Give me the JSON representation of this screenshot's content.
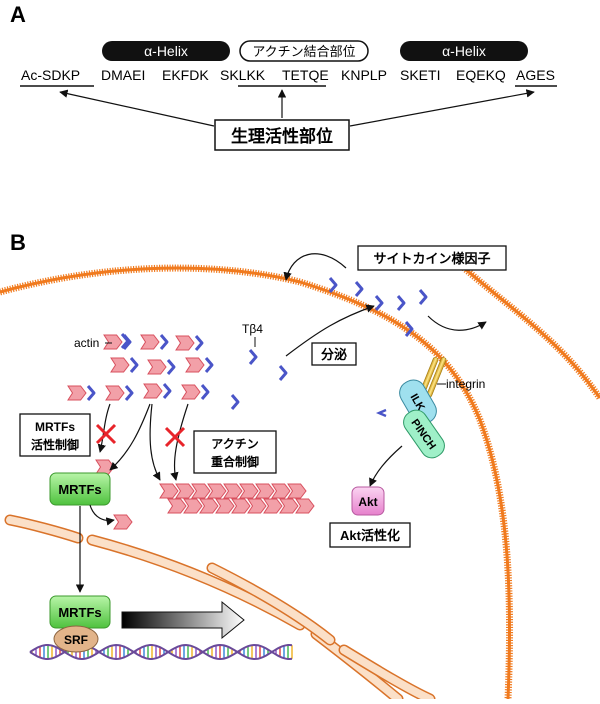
{
  "panel_a": {
    "label": "A",
    "pill_helix_left": "α-Helix",
    "pill_actin_site": "アクチン結合部位",
    "pill_helix_right": "α-Helix",
    "seq_groups": [
      "Ac-SDKP",
      "DMAEI",
      "EKFDK",
      "SKLKK",
      "TETQE",
      "KNPLP",
      "SKETI",
      "EQEKQ",
      "AGES"
    ],
    "active_site_label": "生理活性部位"
  },
  "panel_b": {
    "label": "B",
    "actin_label": "actin",
    "tb4_label": "Tβ4",
    "secretion_label": "分泌",
    "cytokine_label": "サイトカイン様因子",
    "integrin_label": "integrin",
    "ilk_label": "ILK",
    "pinch_label": "PINCH",
    "akt_label": "Akt",
    "akt_activation_label": "Akt活性化",
    "mrtfs_regulation_title": "MRTFs",
    "mrtfs_regulation_sub": "活性制御",
    "actin_poly_line1": "アクチン",
    "actin_poly_line2": "重合制御",
    "mrtfs_cyto_label": "MRTFs",
    "mrtfs_nuc_label": "MRTFs",
    "srf_label": "SRF"
  },
  "colors": {
    "membrane": "#f07a1e",
    "nuclear_envelope_fill": "#fbe0c8",
    "nuclear_envelope_stroke": "#d9732a",
    "actin_pink": "#f2a0a8",
    "actin_pink_dark": "#d8505e",
    "tb4_blue": "#4a55c8",
    "mrtfs_green": "#7edc6a",
    "akt_pink": "#f4a8e0",
    "ilk_cyan": "#9fe0ee",
    "pinch_green": "#9ff0c8",
    "integrin_gold": "#e8c248",
    "srf_tan": "#e2b48a",
    "inhibit_red": "#e8242a"
  }
}
